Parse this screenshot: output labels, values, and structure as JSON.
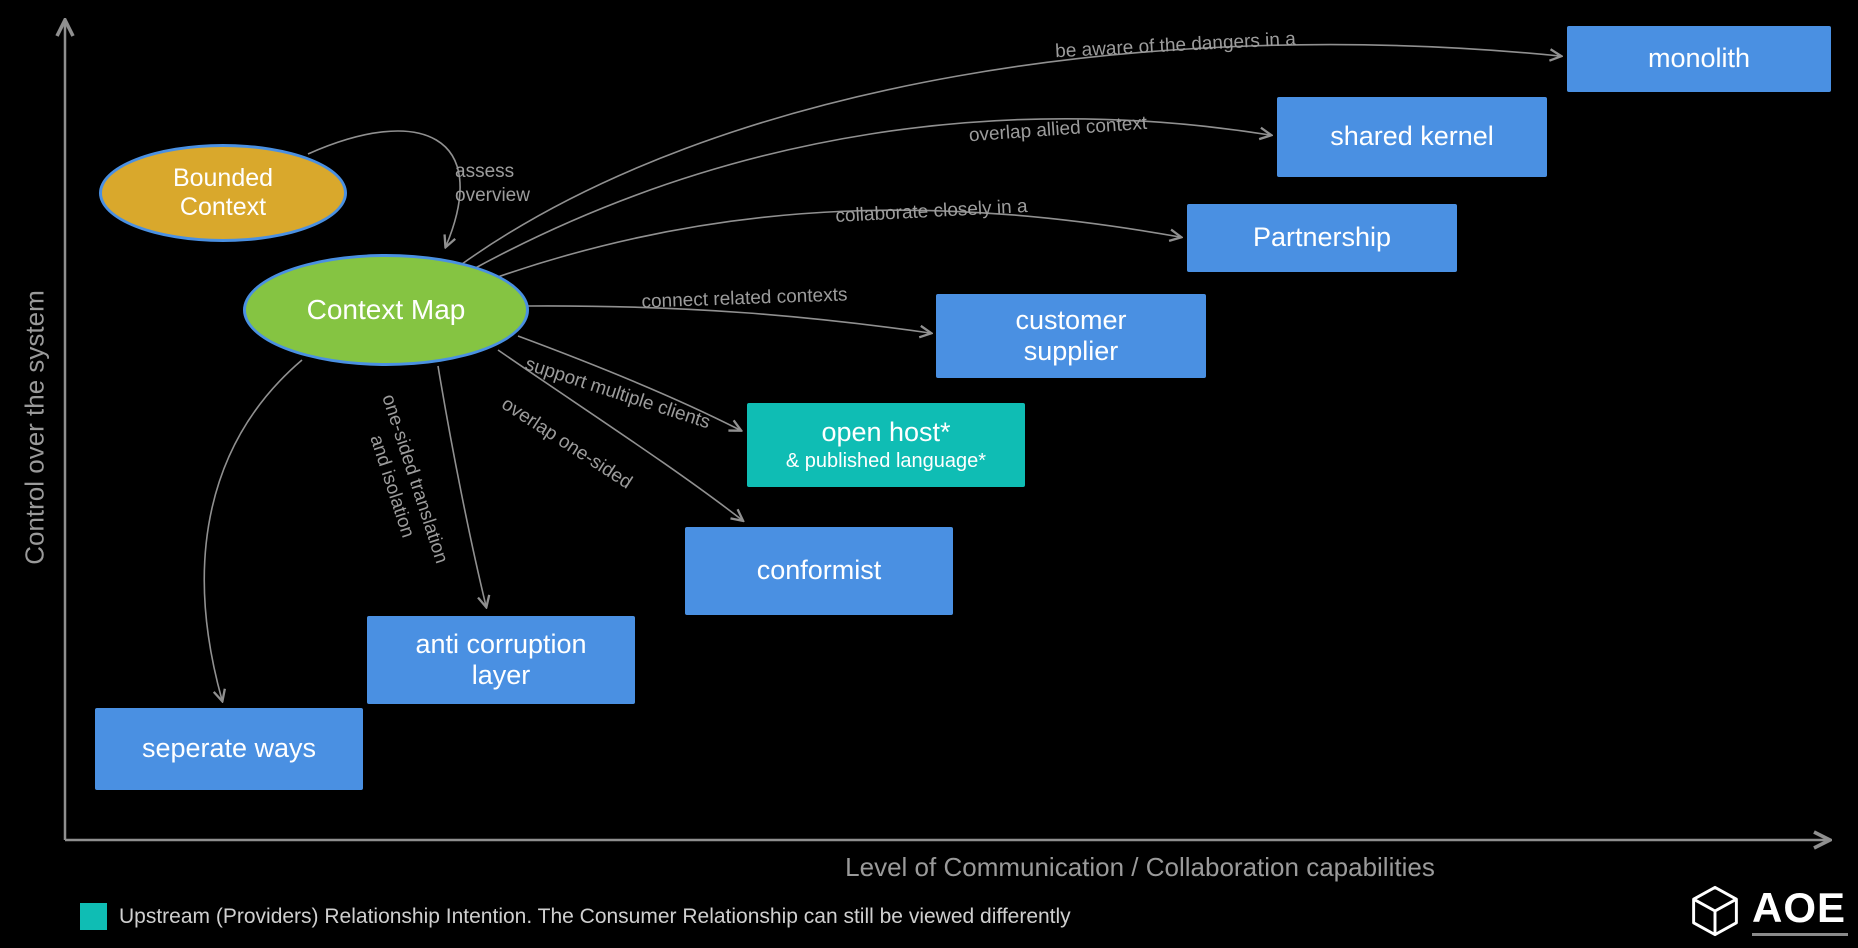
{
  "axes": {
    "y_label": "Control over the system",
    "x_label": "Level of Communication / Collaboration capabilities"
  },
  "ellipses": {
    "bounded_context": {
      "label": "Bounded\nContext",
      "fill": "#D9A82C"
    },
    "context_map": {
      "label": "Context Map",
      "fill": "#85C442"
    }
  },
  "boxes": [
    {
      "id": "monolith",
      "label": "monolith",
      "color": "#4A90E2"
    },
    {
      "id": "shared-kernel",
      "label": "shared kernel",
      "color": "#4A90E2"
    },
    {
      "id": "partnership",
      "label": "Partnership",
      "color": "#4A90E2"
    },
    {
      "id": "customer-supplier",
      "label": "customer\nsupplier",
      "color": "#4A90E2"
    },
    {
      "id": "open-host",
      "label": "open host*",
      "sublabel": "& published language*",
      "color": "#0FBDB4"
    },
    {
      "id": "conformist",
      "label": "conformist",
      "color": "#4A90E2"
    },
    {
      "id": "anti-corruption-layer",
      "label": "anti corruption\nlayer",
      "color": "#4A90E2"
    },
    {
      "id": "seperate-ways",
      "label": "seperate ways",
      "color": "#4A90E2"
    }
  ],
  "edge_labels": [
    {
      "text": "assess\noverview"
    },
    {
      "text": "be aware of the dangers in a"
    },
    {
      "text": "overlap allied context"
    },
    {
      "text": "collaborate closely in a"
    },
    {
      "text": "connect related contexts"
    },
    {
      "text": "support multiple clients"
    },
    {
      "text": "overlap one-sided"
    },
    {
      "text": "one-sided translation\nand isolation"
    }
  ],
  "legend": {
    "swatch_color": "#0FBDB4",
    "text": "Upstream (Providers) Relationship Intention. The Consumer Relationship can still be viewed differently"
  },
  "logo": {
    "text": "AOE"
  }
}
